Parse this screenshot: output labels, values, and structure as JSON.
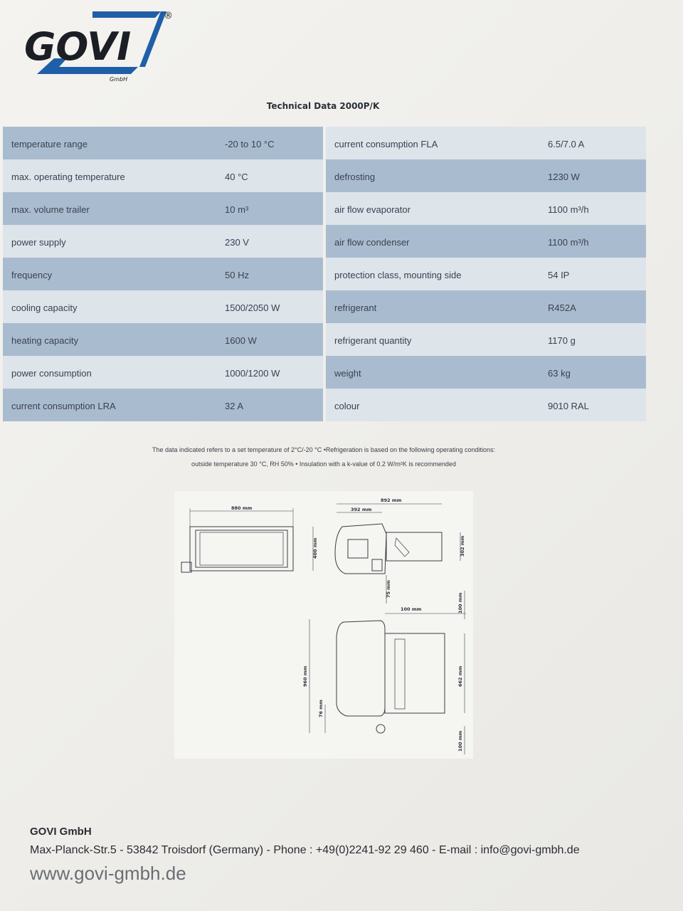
{
  "brand": {
    "name": "GOVI",
    "sub": "GmbH",
    "reg": "®",
    "color_text": "#1b1e24",
    "color_accent": "#1f5fa8"
  },
  "document": {
    "title": "Technical Data 2000P/K"
  },
  "specs": [
    {
      "left": {
        "label": "temperature range",
        "value": "-20 to 10 °C"
      },
      "right": {
        "label": "current consumption FLA",
        "value": "6.5/7.0 A"
      }
    },
    {
      "left": {
        "label": "max. operating temperature",
        "value": "40 °C"
      },
      "right": {
        "label": "defrosting",
        "value": "1230 W"
      }
    },
    {
      "left": {
        "label": "max. volume trailer",
        "value": "10 m³"
      },
      "right": {
        "label": "air flow evaporator",
        "value": "1100 m³/h"
      }
    },
    {
      "left": {
        "label": "power supply",
        "value": "230 V"
      },
      "right": {
        "label": "air flow condenser",
        "value": "1100 m³/h"
      }
    },
    {
      "left": {
        "label": "frequency",
        "value": "50 Hz"
      },
      "right": {
        "label": "protection class, mounting side",
        "value": "54 IP"
      }
    },
    {
      "left": {
        "label": "cooling capacity",
        "value": "1500/2050 W"
      },
      "right": {
        "label": "refrigerant",
        "value": "R452A"
      }
    },
    {
      "left": {
        "label": "heating capacity",
        "value": "1600 W"
      },
      "right": {
        "label": "refrigerant quantity",
        "value": "1170 g"
      }
    },
    {
      "left": {
        "label": "power consumption",
        "value": "1000/1200 W"
      },
      "right": {
        "label": "weight",
        "value": "63 kg"
      }
    },
    {
      "left": {
        "label": "current consumption LRA",
        "value": "32 A"
      },
      "right": {
        "label": "colour",
        "value": "9010 RAL"
      }
    }
  ],
  "colors": {
    "row_dark": "#a9bccf",
    "row_light": "#dde4ea"
  },
  "notes": {
    "line1": "The data indicated refers to a set temperature of 2°C/-20 °C •Refrigeration is based on the following operating conditions:",
    "line2": "outside temperature 30 °C, RH 50% • Insulation with a k-value of 0.2 W/m²K is recommended"
  },
  "drawing": {
    "dims": {
      "front_width": "880 mm",
      "front_height": "400 mm",
      "side_total": "892 mm",
      "side_part": "392 mm",
      "side_height": "302 mm",
      "gap_75": "75 mm",
      "offset_100": "100 mm",
      "top_100": "100 mm",
      "depth_960": "960 mm",
      "inner_662": "662 mm",
      "bottom_76": "76 mm",
      "bottom_100": "100 mm"
    }
  },
  "footer": {
    "company": "GOVI GmbH",
    "address": "Max-Planck-Str.5 - 53842  Troisdorf (Germany) - Phone : +49(0)2241-92 29 460 - E-mail : info@govi-gmbh.de",
    "website": "www.govi-gmbh.de"
  }
}
